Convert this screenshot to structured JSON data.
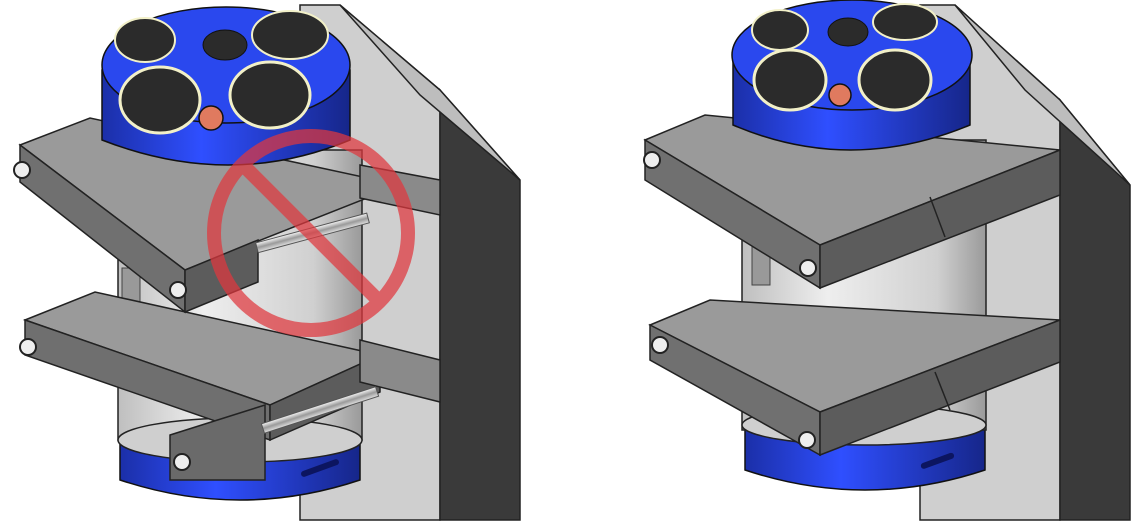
{
  "figure": {
    "panels": [
      {
        "id": "incorrect",
        "status": "prohibited"
      },
      {
        "id": "correct",
        "status": "allowed"
      }
    ],
    "colors": {
      "background": "#ffffff",
      "bracket": "#3a3a3a",
      "plate": "#8c8c8c",
      "housing_body": "#d9d9d9",
      "head_blue": "#1f3fd6",
      "transducer_face": "#2c2c2c",
      "connector": "#e07a5f",
      "prohibition_sign": "#e0383e"
    },
    "icons": [
      "prohibited-icon"
    ]
  }
}
